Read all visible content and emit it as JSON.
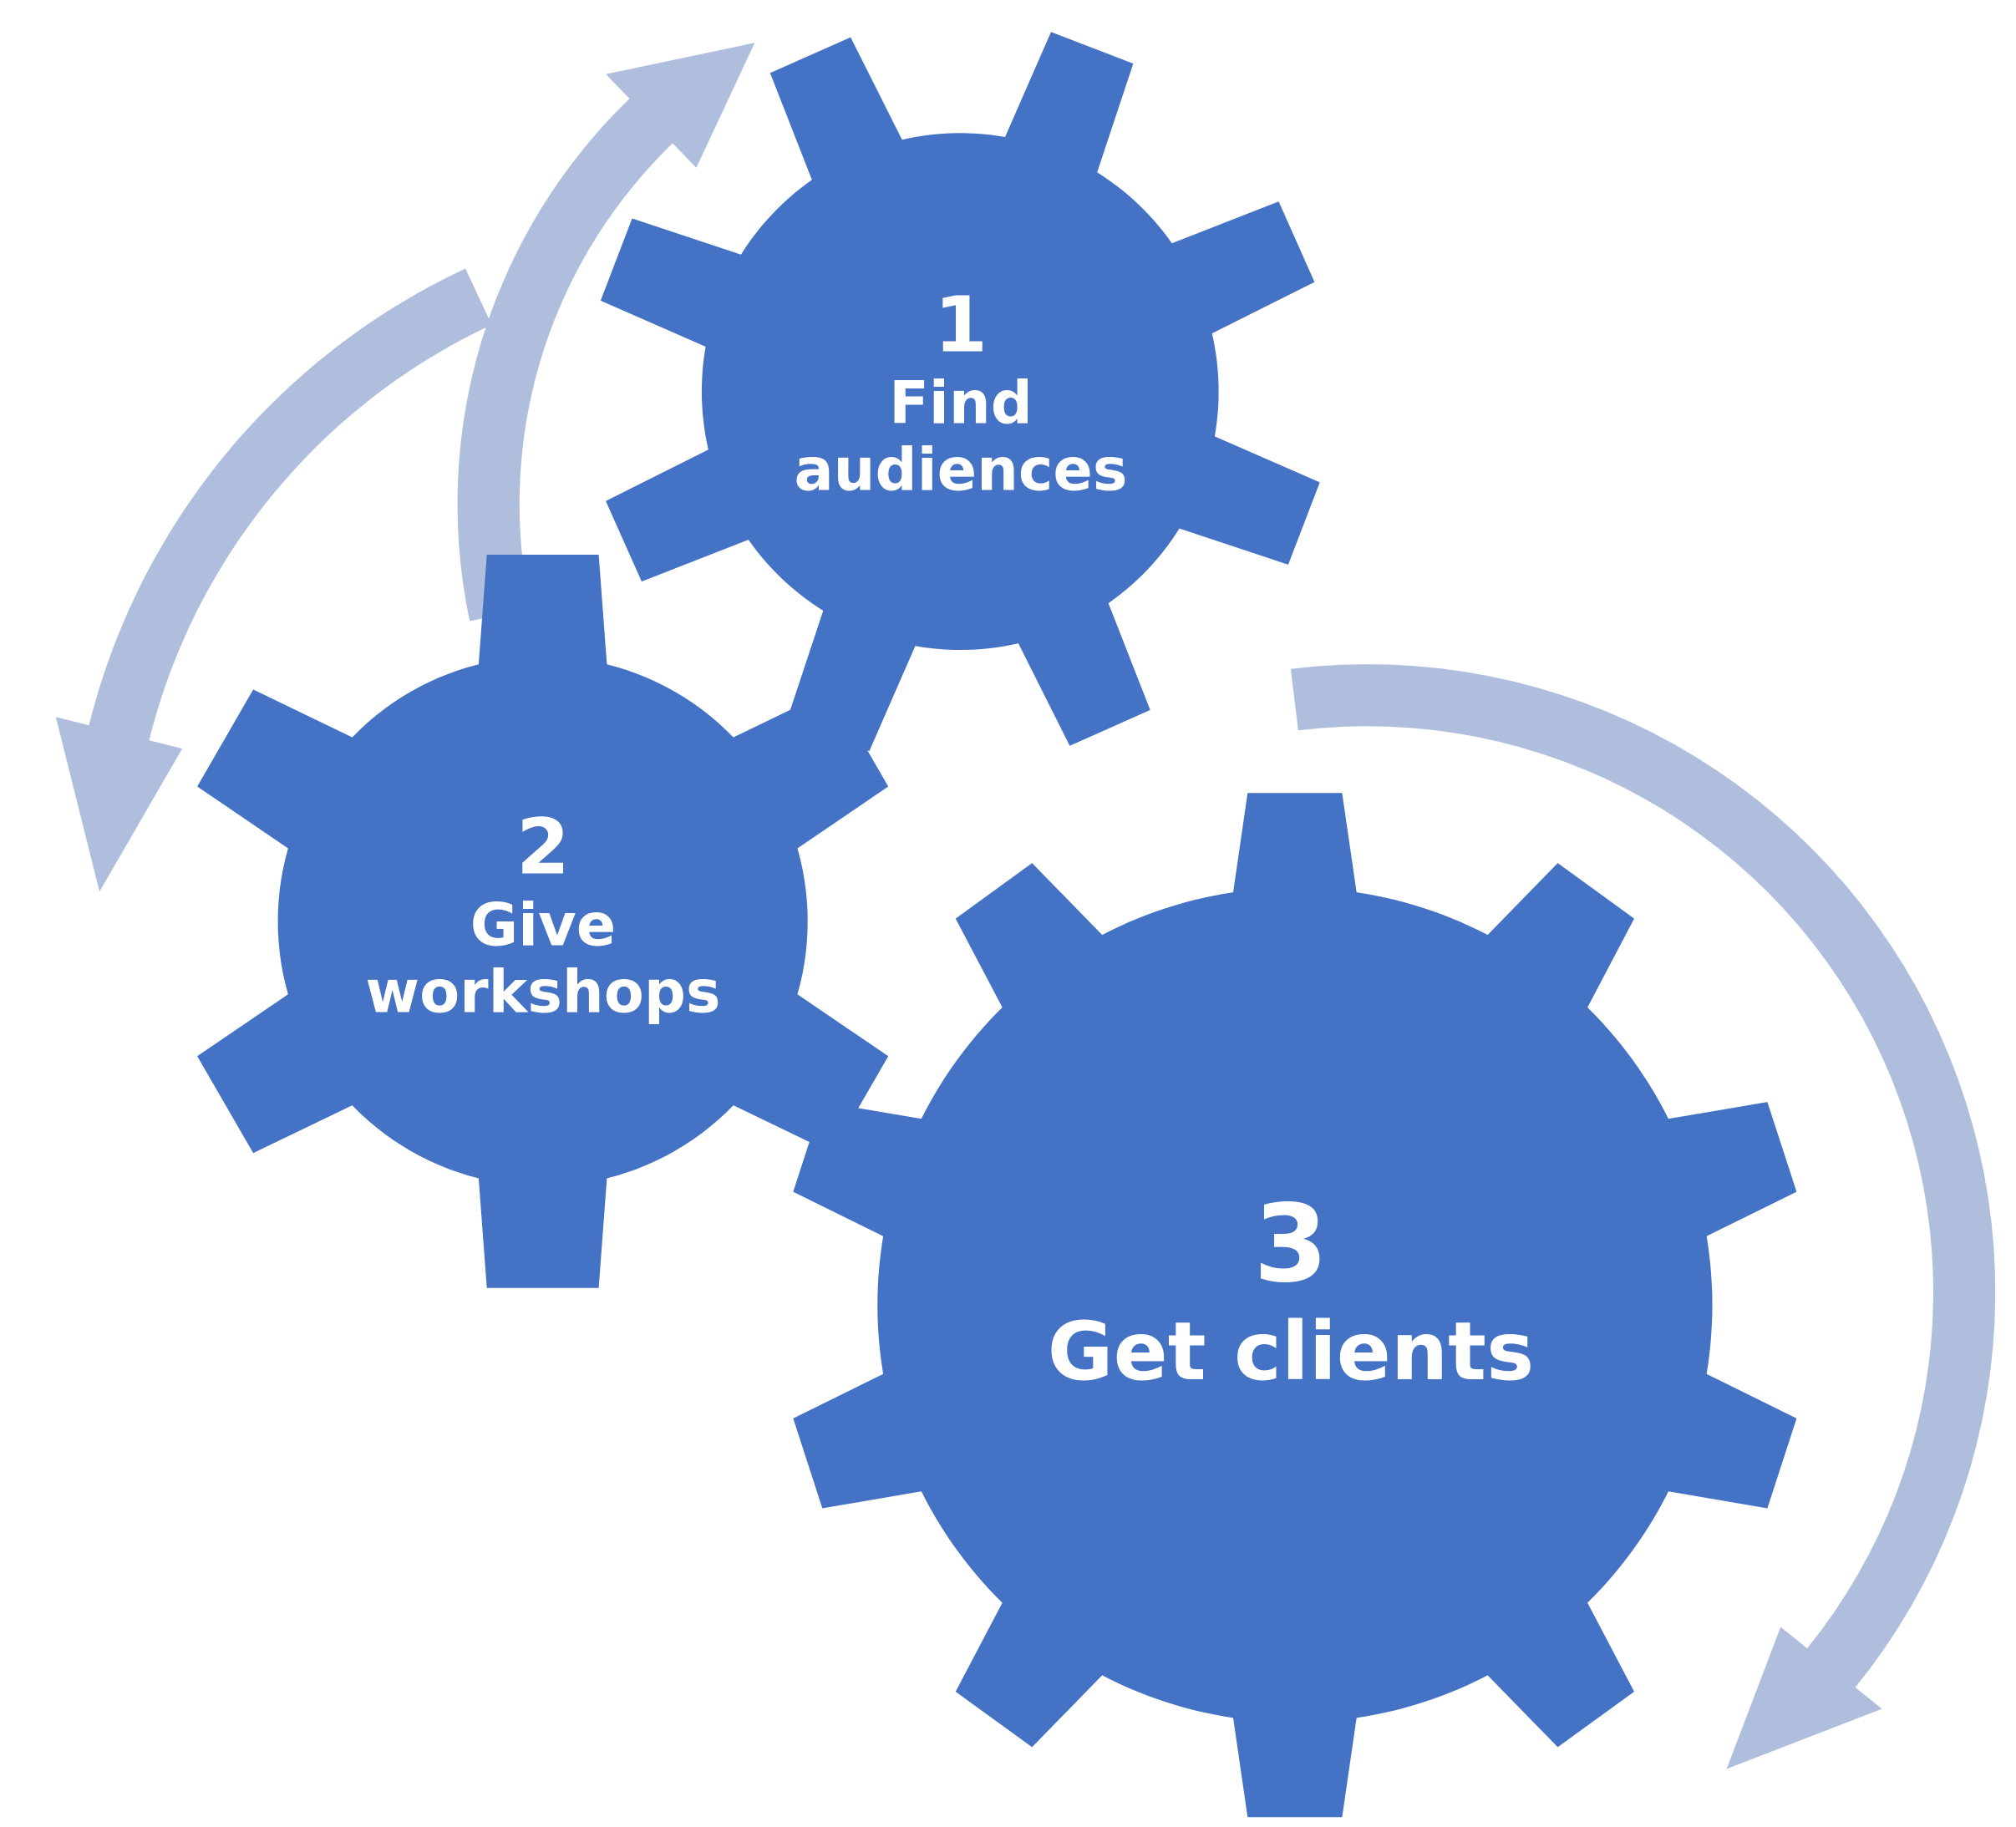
{
  "diagram": {
    "type": "gear-cycle",
    "colors": {
      "gear": "#4472C4",
      "arrow": "#B0BEDE",
      "text": "#FFFFFF",
      "background": "#FFFFFF"
    },
    "steps": [
      {
        "number": "1",
        "line1": "Find",
        "line2": "audiences"
      },
      {
        "number": "2",
        "line1": "Give",
        "line2": "workshops"
      },
      {
        "number": "3",
        "line1": "Get clients",
        "line2": ""
      }
    ],
    "arrows": [
      {
        "from": "2",
        "to": "1",
        "direction": "clockwise"
      },
      {
        "from": "1",
        "to": "2",
        "direction": "counter-clockwise"
      },
      {
        "from": "1",
        "to": "3",
        "direction": "clockwise"
      }
    ]
  }
}
